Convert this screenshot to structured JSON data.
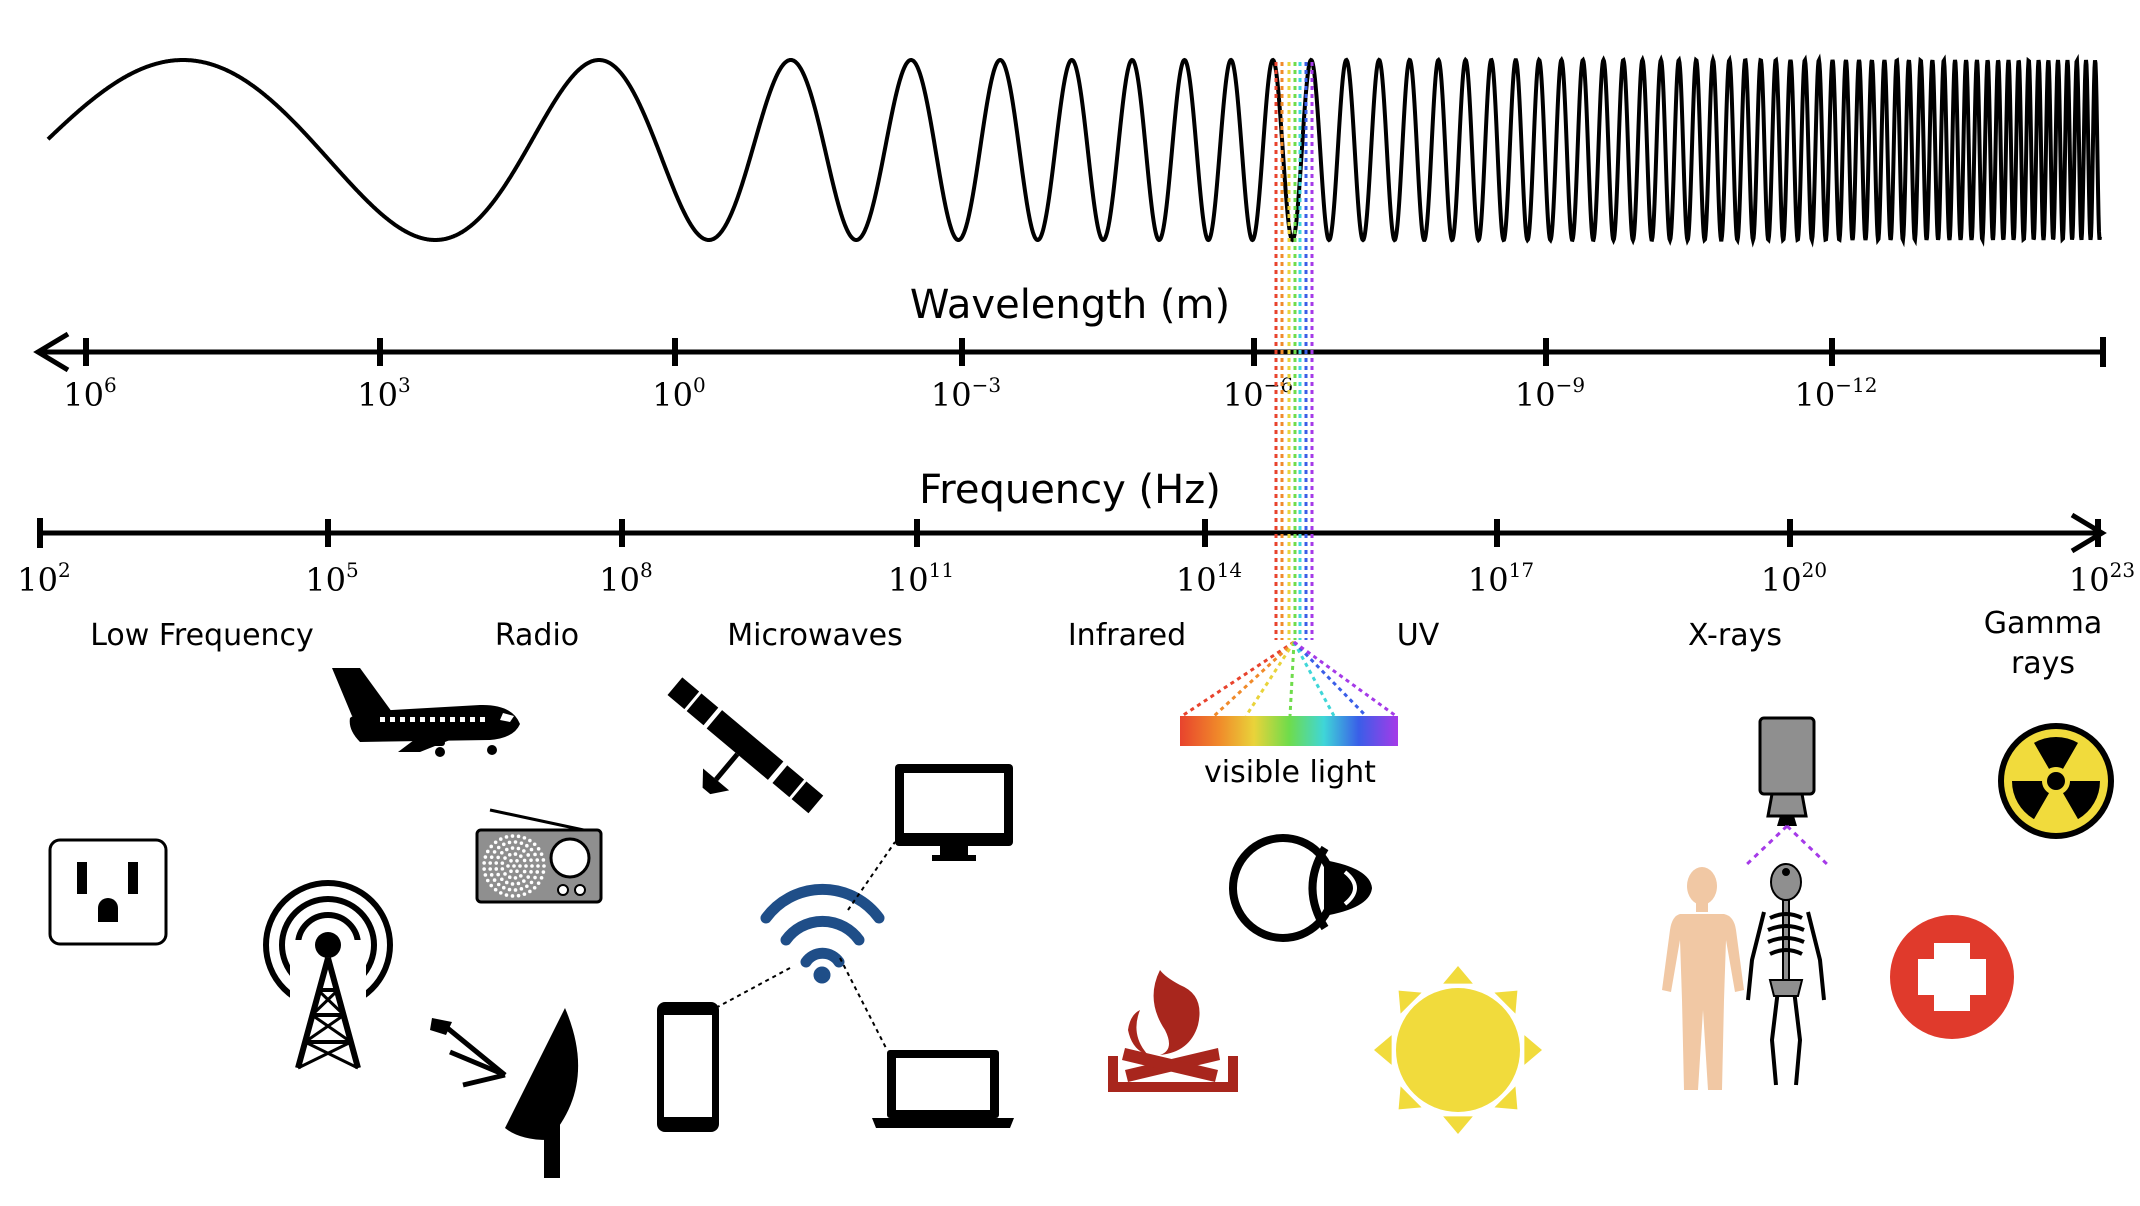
{
  "wavelength_axis": {
    "title": "Wavelength (m)",
    "ticks": [
      {
        "base": "10",
        "exp": "6"
      },
      {
        "base": "10",
        "exp": "3"
      },
      {
        "base": "10",
        "exp": "0"
      },
      {
        "base": "10",
        "exp": "−3"
      },
      {
        "base": "10",
        "exp": "−6"
      },
      {
        "base": "10",
        "exp": "−9"
      },
      {
        "base": "10",
        "exp": "−12"
      }
    ]
  },
  "frequency_axis": {
    "title": "Frequency (Hz)",
    "ticks": [
      {
        "base": "10",
        "exp": "2"
      },
      {
        "base": "10",
        "exp": "5"
      },
      {
        "base": "10",
        "exp": "8"
      },
      {
        "base": "10",
        "exp": "11"
      },
      {
        "base": "10",
        "exp": "14"
      },
      {
        "base": "10",
        "exp": "17"
      },
      {
        "base": "10",
        "exp": "20"
      },
      {
        "base": "10",
        "exp": "23"
      }
    ]
  },
  "bands": {
    "low_frequency": "Low Frequency",
    "radio": "Radio",
    "microwaves": "Microwaves",
    "infrared": "Infrared",
    "uv": "UV",
    "xrays": "X-rays",
    "gamma_line1": "Gamma",
    "gamma_line2": "rays"
  },
  "visible_light_label": "visible light",
  "spectrum_colors": [
    "#e8432d",
    "#f08a2a",
    "#e9d33a",
    "#6fdc4b",
    "#3fd6d8",
    "#3a5ee8",
    "#a53ae8"
  ],
  "icons": [
    "outlet-icon",
    "radio-tower-icon",
    "airplane-icon",
    "radio-icon",
    "satellite-dish-icon",
    "satellite-icon",
    "wifi-icon",
    "monitor-icon",
    "phone-icon",
    "laptop-icon",
    "fire-icon",
    "eye-icon",
    "sun-icon",
    "xray-machine-icon",
    "human-body-icon",
    "skeleton-icon",
    "medical-cross-icon",
    "radiation-icon"
  ]
}
